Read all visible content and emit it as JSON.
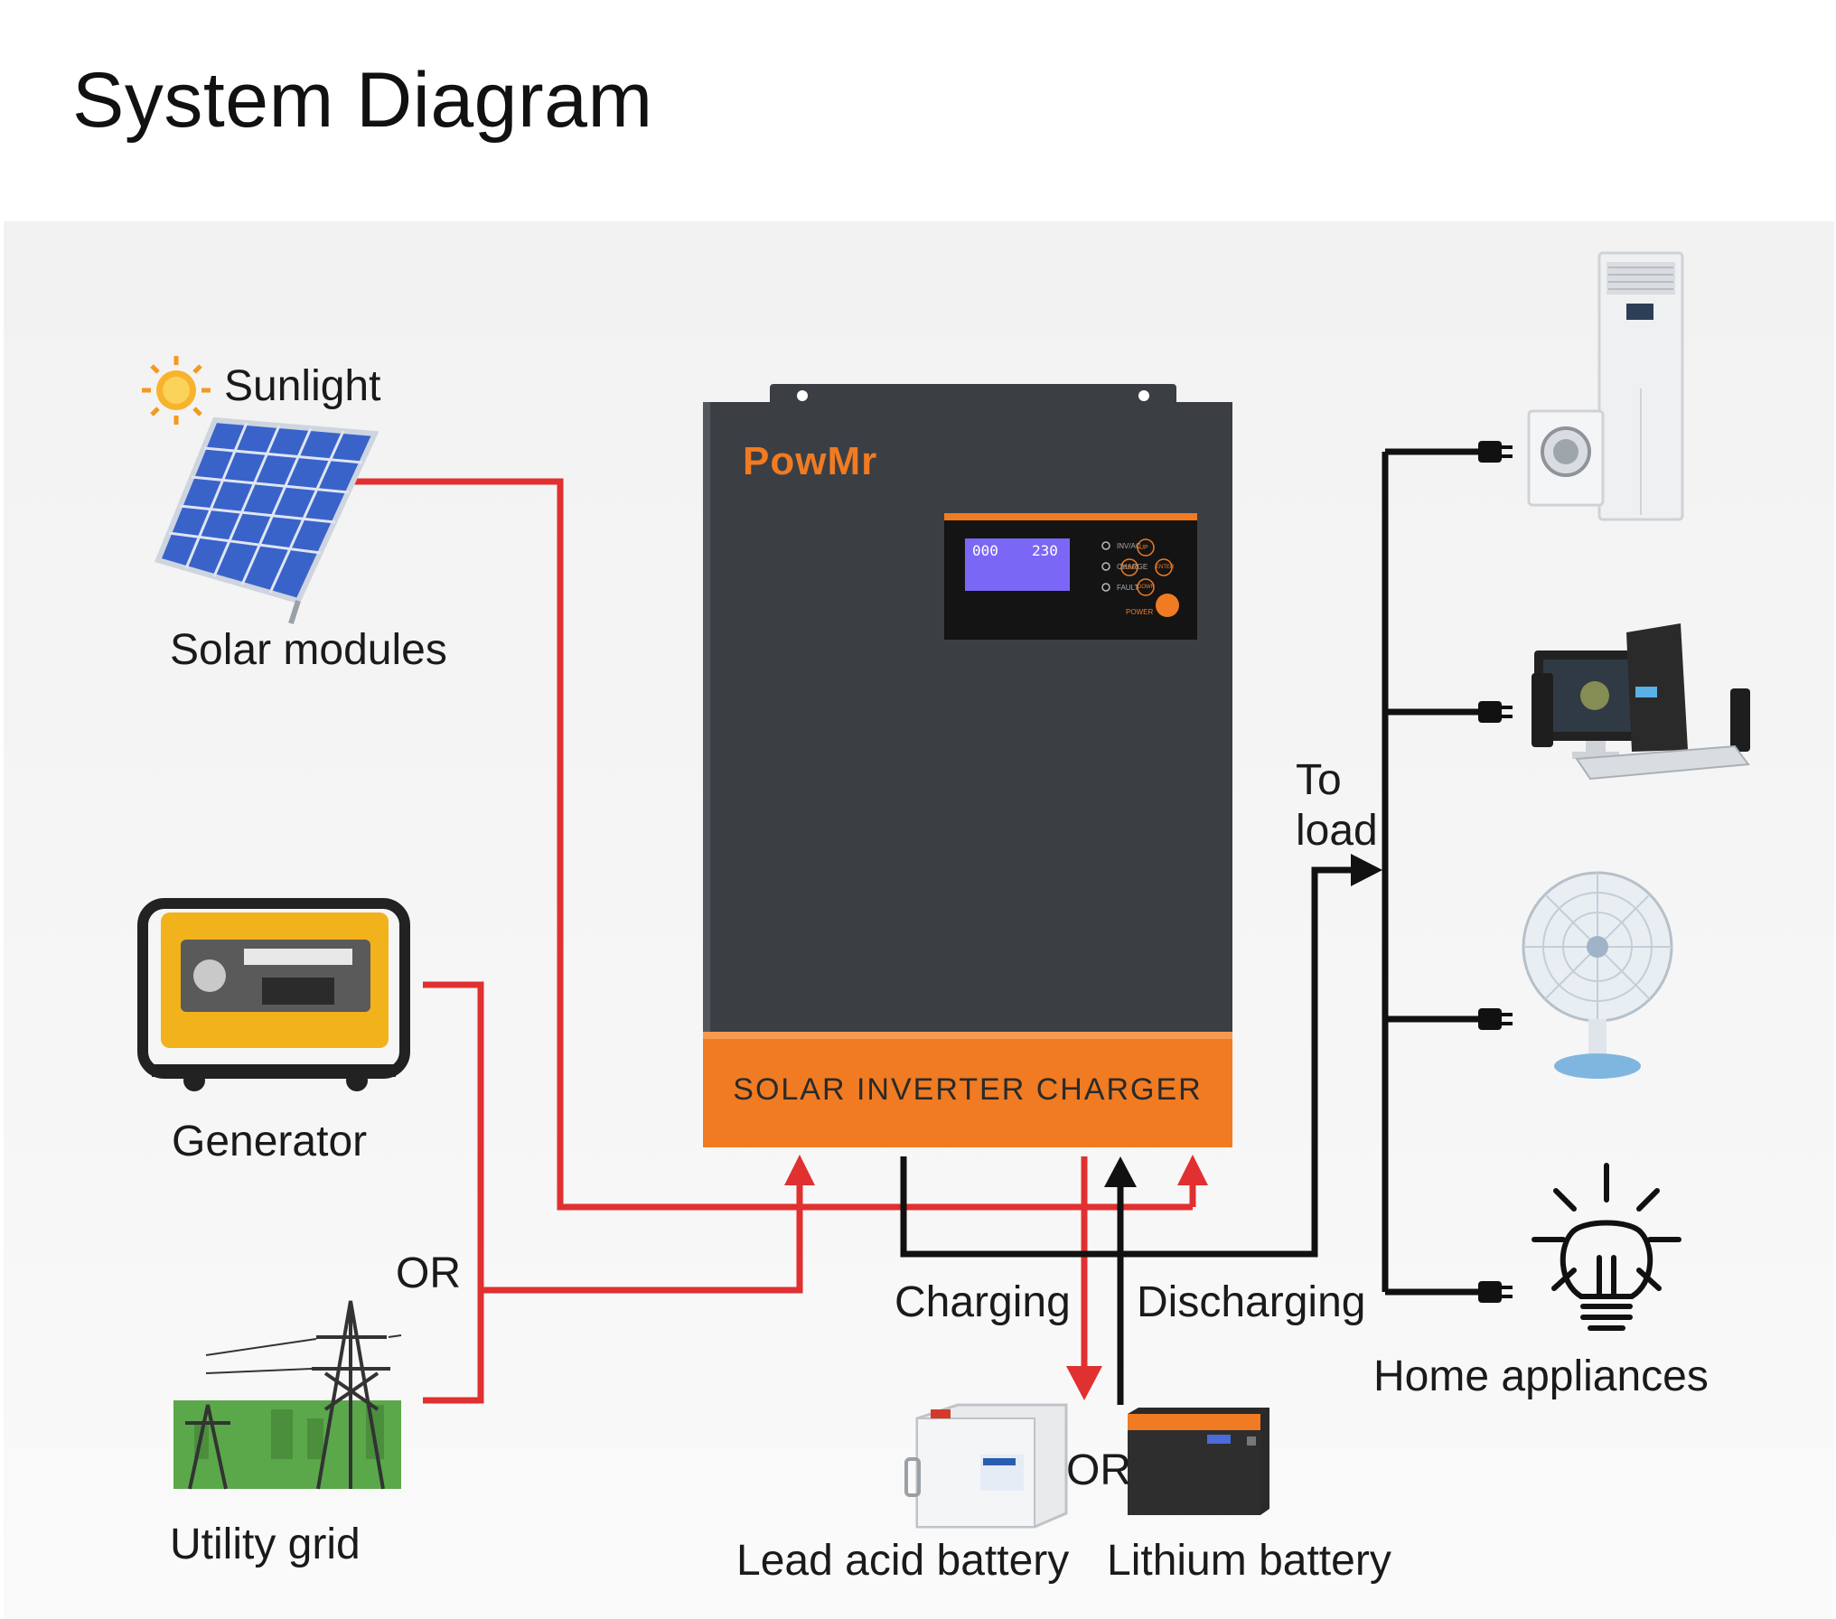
{
  "title": "System Diagram",
  "labels": {
    "sunlight": "Sunlight",
    "solar_modules": "Solar modules",
    "generator": "Generator",
    "or_grid": "OR",
    "utility_grid": "Utility grid",
    "charging": "Charging",
    "discharging": "Discharging",
    "to_load_1": "To",
    "to_load_2": "load",
    "home_appliances": "Home appliances",
    "lead_acid_battery": "Lead acid battery",
    "or_battery": "OR",
    "lithium_battery": "Lithium battery"
  },
  "inverter": {
    "brand": "PowMr",
    "band_text": "SOLAR INVERTER CHARGER",
    "lcd_left": "000",
    "lcd_right": "230",
    "indicators": [
      "INV/AC",
      "CHARGE",
      "FAULT"
    ],
    "buttons": [
      "UP",
      "ESC",
      "ENTER",
      "DOWN"
    ],
    "power_label": "POWER"
  },
  "colors": {
    "ac_input_line": "#e03030",
    "output_line": "#111111",
    "inverter_body": "#3b3f44",
    "inverter_accent": "#f07b22"
  }
}
